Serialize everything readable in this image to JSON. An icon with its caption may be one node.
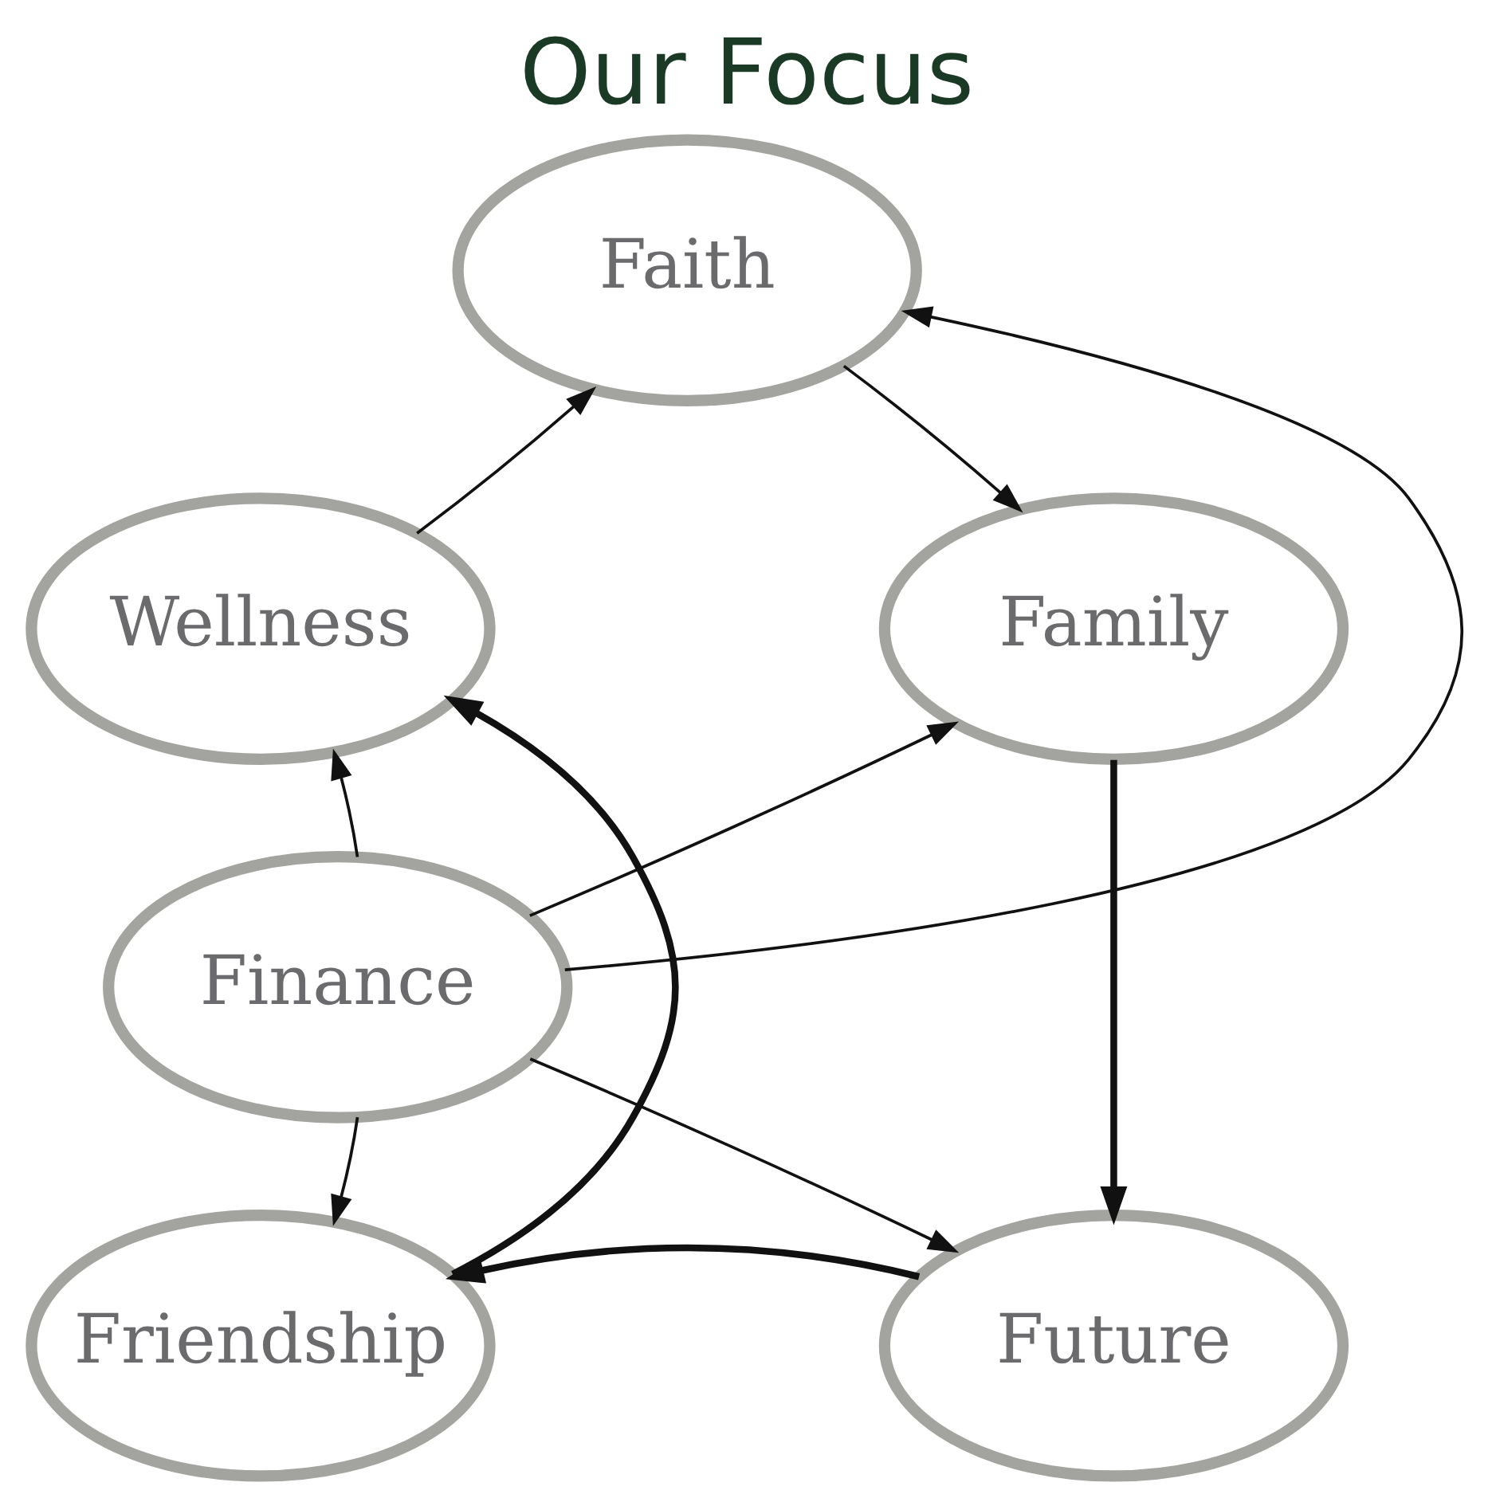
{
  "diagram": {
    "title": "Our Focus",
    "nodes": [
      {
        "text": [
          "Faith"
        ]
      },
      {
        "text": [
          "Wellness"
        ]
      },
      {
        "text": [
          "Family"
        ]
      },
      {
        "text": [
          "Finance"
        ]
      },
      {
        "text": [
          "Friendship"
        ]
      },
      {
        "text": [
          "Future"
        ]
      }
    ],
    "edges": [
      {
        "from": 1,
        "to": 0,
        "arrow": "to"
      },
      {
        "from": 0,
        "to": 2,
        "arrow": "to"
      },
      {
        "from": 2,
        "to": 5,
        "arrow": "to",
        "style": "thick"
      },
      {
        "from": 5,
        "to": 4,
        "arrow": "to",
        "style": "thick"
      },
      {
        "from": 4,
        "to": 1,
        "arrow": "to",
        "style": "thick"
      },
      {
        "from": 3,
        "to": 0,
        "arrow": "to"
      },
      {
        "from": 3,
        "to": 2,
        "arrow": "to"
      },
      {
        "from": 3,
        "to": 5,
        "arrow": "to"
      },
      {
        "from": 3,
        "to": 4,
        "arrow": "to"
      },
      {
        "from": 3,
        "to": 1,
        "arrow": "to"
      }
    ]
  }
}
